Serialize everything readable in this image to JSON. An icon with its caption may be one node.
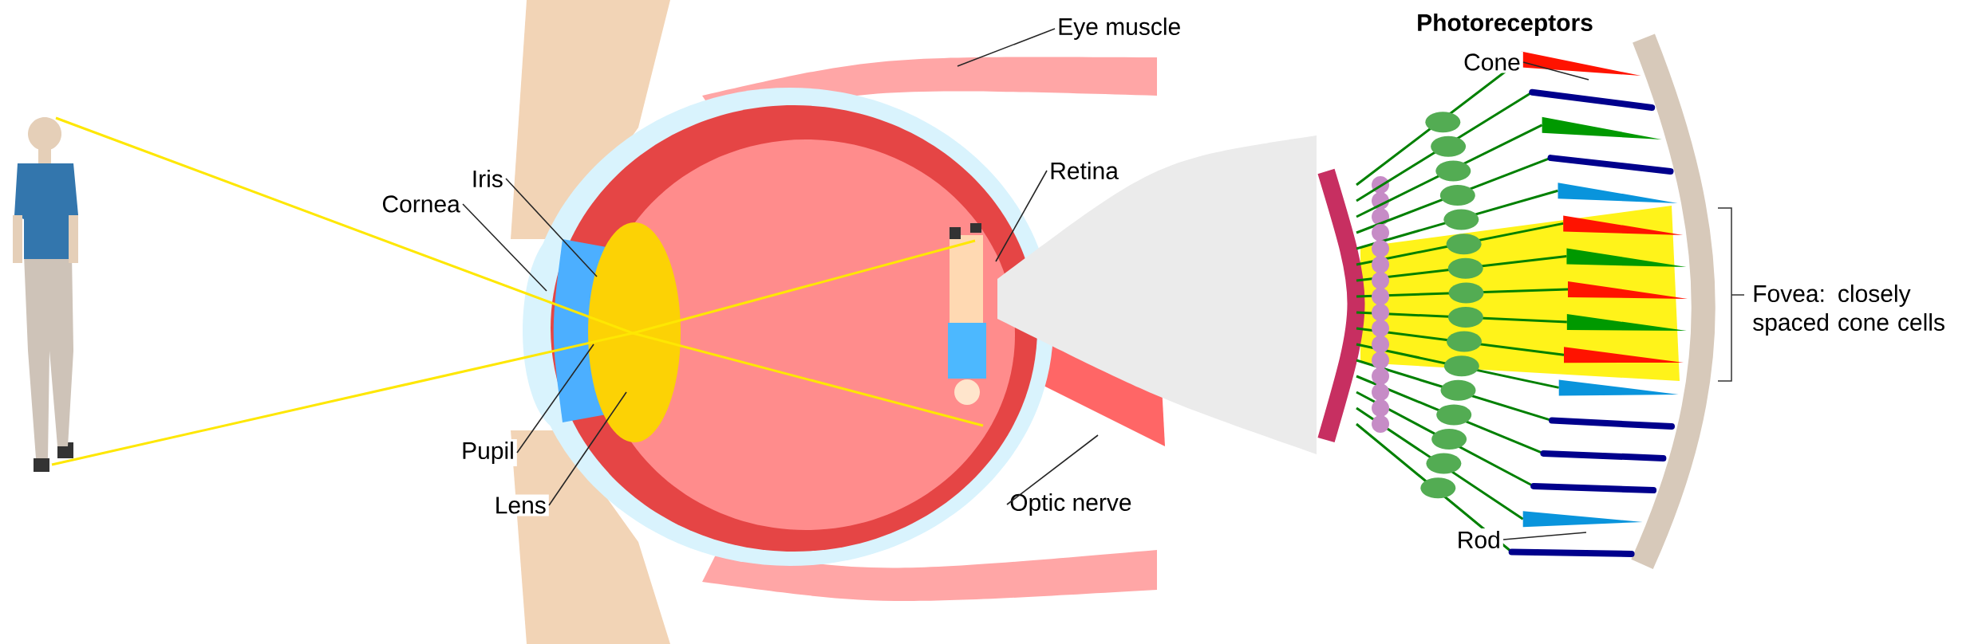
{
  "diagram": {
    "nodes": [
      {
        "text": [
          "Eye muscle"
        ]
      },
      {
        "text": [
          "Iris"
        ]
      },
      {
        "text": [
          "Cornea"
        ]
      },
      {
        "text": [
          "Retina"
        ]
      },
      {
        "text": [
          "Pupil"
        ]
      },
      {
        "text": [
          "Lens"
        ]
      },
      {
        "text": [
          "Optic nerve"
        ]
      },
      {
        "text": [
          "Cone"
        ]
      },
      {
        "text": [
          "Rod"
        ]
      }
    ],
    "edges": [
      {
        "from": 0,
        "to": null,
        "arrow": "none"
      },
      {
        "from": 1,
        "to": null,
        "arrow": "none"
      },
      {
        "from": 2,
        "to": null,
        "arrow": "none"
      },
      {
        "from": 3,
        "to": null,
        "arrow": "none"
      },
      {
        "from": 4,
        "to": null,
        "arrow": "none"
      },
      {
        "from": 5,
        "to": null,
        "arrow": "none"
      },
      {
        "from": 6,
        "to": null,
        "arrow": "none"
      },
      {
        "from": 7,
        "to": null,
        "arrow": "none"
      },
      {
        "from": 8,
        "to": null,
        "arrow": "none"
      }
    ],
    "labels": [
      "Photoreceptors",
      "Fovea: closely spaced cone cells"
    ]
  }
}
